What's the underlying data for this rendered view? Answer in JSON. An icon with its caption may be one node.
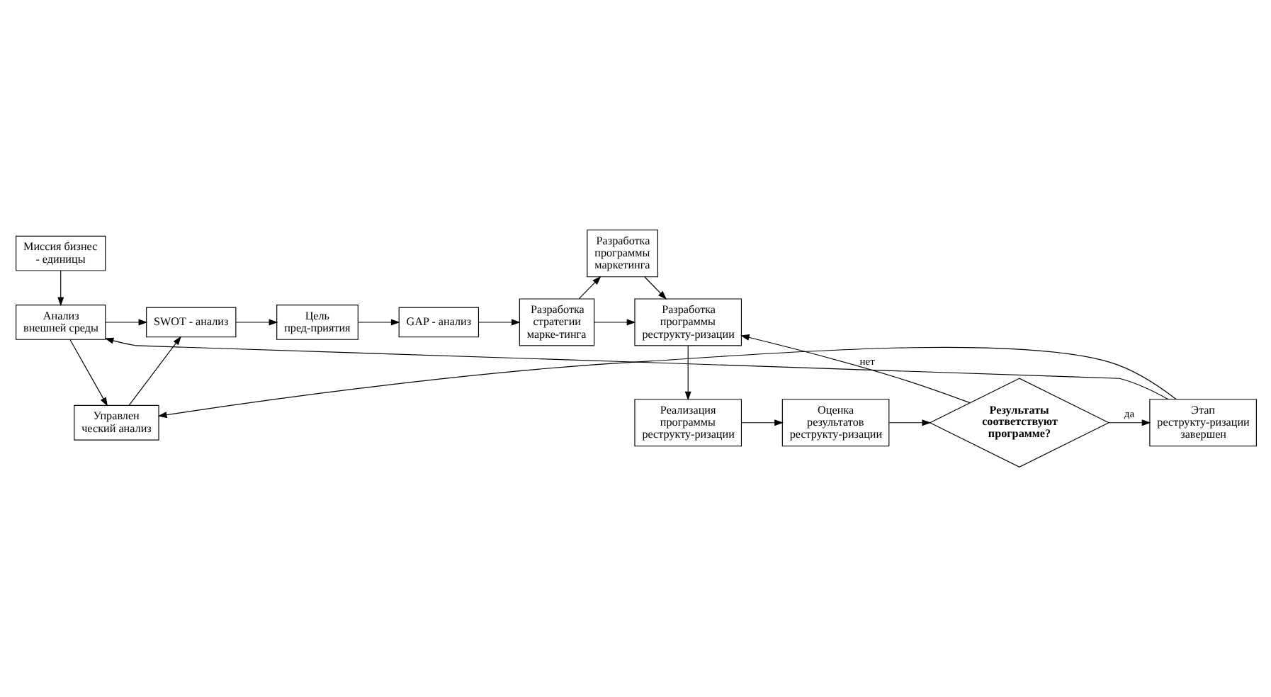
{
  "diagram": {
    "nodes": [
      {
        "text": [
          "Миссия бизнес - единицы"
        ]
      },
      {
        "text": [
          "Анализ внешней среды"
        ]
      },
      {
        "text": [
          "Управлен ческий анализ"
        ]
      },
      {
        "text": [
          "SWOT - анализ"
        ]
      },
      {
        "text": [
          "Цель пред-приятия"
        ]
      },
      {
        "text": [
          "GAP - анализ"
        ]
      },
      {
        "text": [
          "Разработка программы маркетинга"
        ]
      },
      {
        "text": [
          "Разработка стратегии марке-тинга"
        ]
      },
      {
        "text": [
          "Разработка программы реструкту-ризации"
        ]
      },
      {
        "text": [
          "Реализация программы реструкту-ризации"
        ]
      },
      {
        "text": [
          "Оценка результатов реструкту-ризации"
        ]
      },
      {
        "text": [
          "**Результаты соответствуют программе?**"
        ]
      },
      {
        "text": [
          "Этап реструкту-ризации завершен"
        ]
      }
    ],
    "edges": [
      {
        "from": 0,
        "to": 1,
        "arrow": "to"
      },
      {
        "from": 1,
        "to": 2,
        "arrow": "to"
      },
      {
        "from": 1,
        "to": 3,
        "arrow": "to"
      },
      {
        "from": 2,
        "to": 3,
        "arrow": "to"
      },
      {
        "from": 3,
        "to": 4,
        "arrow": "to"
      },
      {
        "from": 4,
        "to": 5,
        "arrow": "to"
      },
      {
        "from": 5,
        "to": 7,
        "arrow": "to"
      },
      {
        "from": 7,
        "to": 6,
        "arrow": "to"
      },
      {
        "from": 7,
        "to": 8,
        "arrow": "to"
      },
      {
        "from": 6,
        "to": 8,
        "arrow": "to"
      },
      {
        "from": 8,
        "to": 9,
        "arrow": "to"
      },
      {
        "from": 9,
        "to": 10,
        "arrow": "to"
      },
      {
        "from": 10,
        "to": 11,
        "arrow": "to"
      },
      {
        "from": 11,
        "to": 12,
        "arrow": "to",
        "label": "да"
      },
      {
        "from": 11,
        "to": 8,
        "arrow": "to",
        "label": "нет"
      },
      {
        "from": 12,
        "to": 1,
        "arrow": "to"
      },
      {
        "from": 12,
        "to": 2,
        "arrow": "to"
      }
    ]
  }
}
